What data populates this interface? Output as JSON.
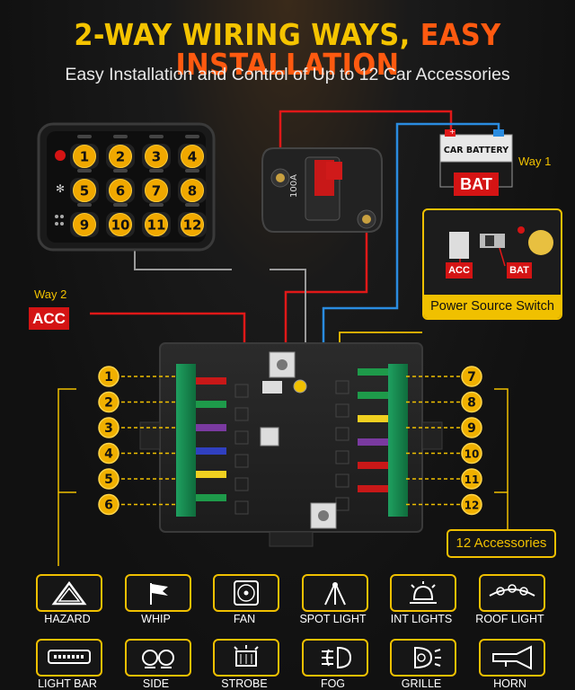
{
  "header": {
    "title_part1": "2-WAY WIRING WAYS,",
    "title_part2": "EASY INSTALLATION",
    "subtitle": "Easy Installation and Control of Up to 12 Car Accessories"
  },
  "controller": {
    "buttons": [
      "1",
      "2",
      "3",
      "4",
      "5",
      "6",
      "7",
      "8",
      "9",
      "10",
      "11",
      "12"
    ]
  },
  "breaker": {
    "rating": "100A"
  },
  "battery": {
    "label": "CAR BATTERY",
    "badge": "BAT",
    "way_label": "Way 1"
  },
  "acc_input": {
    "way_label": "Way 2",
    "badge": "ACC"
  },
  "power_source_switch": {
    "label": "Power Source Switch",
    "acc": "ACC",
    "bat": "BAT"
  },
  "channels_left": [
    "1",
    "2",
    "3",
    "4",
    "5",
    "6"
  ],
  "channels_right": [
    "7",
    "8",
    "9",
    "10",
    "11",
    "12"
  ],
  "accessories_count_label": "12 Accessories",
  "accessories": [
    {
      "label": "HAZARD",
      "icon": "hazard-icon"
    },
    {
      "label": "WHIP",
      "icon": "whip-flag-icon"
    },
    {
      "label": "FAN",
      "icon": "fan-icon"
    },
    {
      "label": "SPOT LIGHT",
      "icon": "spot-light-icon"
    },
    {
      "label": "INT LIGHTS",
      "icon": "interior-light-icon"
    },
    {
      "label": "ROOF LIGHT",
      "icon": "roof-light-icon"
    },
    {
      "label": "LIGHT BAR",
      "icon": "light-bar-icon"
    },
    {
      "label": "SIDE",
      "icon": "side-light-icon"
    },
    {
      "label": "STROBE",
      "icon": "strobe-icon"
    },
    {
      "label": "FOG",
      "icon": "fog-light-icon"
    },
    {
      "label": "GRILLE",
      "icon": "grille-light-icon"
    },
    {
      "label": "HORN",
      "icon": "horn-icon"
    }
  ],
  "colors": {
    "accent_yellow": "#f0c000",
    "title_yellow": "#f5c400",
    "title_orange": "#ff5a10",
    "wire_red": "#e01818",
    "wire_blue": "#2a8ce0",
    "badge_red": "#d41414"
  }
}
